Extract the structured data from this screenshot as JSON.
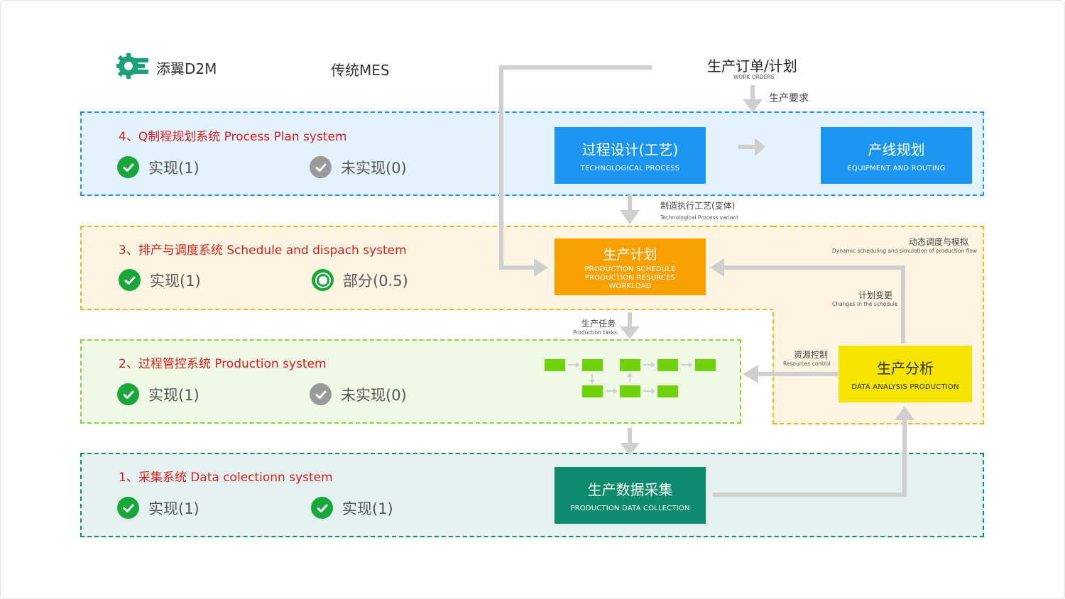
{
  "brand": {
    "name": "添翼D2M",
    "compare": "传统MES",
    "logo_color": "#1aa07a"
  },
  "header": {
    "orders_title": "生产订单/计划",
    "orders_sub": "WORK ORDERS",
    "requirement": "生产要求"
  },
  "zones": [
    {
      "id": "z4",
      "title": "4、Q制程规划系统 Process Plan system",
      "left": {
        "icon": "check-icon",
        "label": "实现(1)"
      },
      "right": {
        "icon": "check-gray-icon",
        "label": "未实现(0)"
      }
    },
    {
      "id": "z3",
      "title": "3、排产与调度系统 Schedule and dispach system",
      "left": {
        "icon": "check-icon",
        "label": "实现(1)"
      },
      "right": {
        "icon": "partial-icon",
        "label": "部分(0.5)"
      }
    },
    {
      "id": "z2",
      "title": "2、过程管控系统 Production system",
      "left": {
        "icon": "check-icon",
        "label": "实现(1)"
      },
      "right": {
        "icon": "check-gray-icon",
        "label": "未实现(0)"
      }
    },
    {
      "id": "z1",
      "title": "1、采集系统 Data colectionn system",
      "left": {
        "icon": "check-icon",
        "label": "实现(1)"
      },
      "right": {
        "icon": "check-icon",
        "label": "实现(1)"
      }
    }
  ],
  "boxes": {
    "process": {
      "title": "过程设计(工艺)",
      "sub": "TECHNOLOGICAL PROCESS"
    },
    "line": {
      "title": "产线规划",
      "sub": "EQUIPMENT AND ROUTING"
    },
    "schedule": {
      "title": "生产计划",
      "sub1": "PRODUCTION SCHEDULE",
      "sub2": "PRODUCTION RESURCES",
      "sub3": "WORKLOAD"
    },
    "analysis": {
      "title": "生产分析",
      "sub": "DATA ANALYSIS  PRODUCTION"
    },
    "collection": {
      "title": "生产数据采集",
      "sub": "PRODUCTION DATA  COLLECTION"
    }
  },
  "labels": {
    "variant": "制造执行工艺(变体)",
    "variant_sub": "Technological Process variant",
    "dynamic": "动态调度与模拟",
    "dynamic_sub": "Dynamic scheduling and simulation of production flow",
    "changes": "计划变更",
    "changes_sub": "Changes in the schedule",
    "tasks": "生产任务",
    "tasks_sub": "Production tasks",
    "resources": "资源控制",
    "resources_sub": "Resources control"
  },
  "colors": {
    "blue": "#1b95f0",
    "orange": "#f7a000",
    "yellow": "#f4e400",
    "teal": "#0e8a6c",
    "green_block": "#6fd10a",
    "arrow": "#cfcfcf",
    "red": "#d81f1f",
    "ok": "#18a73a",
    "gray": "#9a9a9a"
  }
}
